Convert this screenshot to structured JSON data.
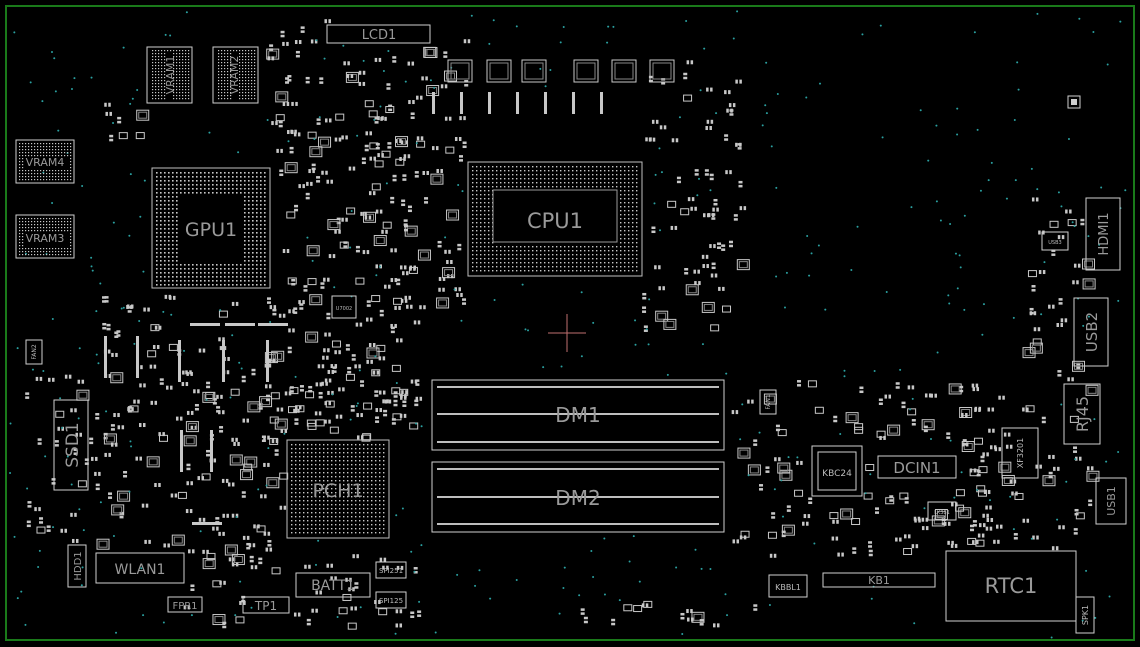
{
  "board": {
    "border_color": "#1a7a1a",
    "outline_color": "#d0d0d0",
    "pad_color": "#c8c8c8",
    "via_color": "#2aa0a0",
    "crosshair_color": "#c07070"
  },
  "labels": {
    "lcd1": "LCD1",
    "vram1": "VRAM1",
    "vram2": "VRAM2",
    "vram3": "VRAM3",
    "vram4": "VRAM4",
    "gpu1": "GPU1",
    "cpu1": "CPU1",
    "pch1": "PCH1",
    "dm1": "DM1",
    "dm2": "DM2",
    "ssd1": "SSD1",
    "hdd1": "HDD1",
    "wlan1": "WLAN1",
    "fpr1": "FPR1",
    "tp1": "TP1",
    "batt1": "BATT1",
    "spi251": "SPI251",
    "spi125": "SPI125",
    "fan2": "FAN2",
    "fan1": "FAN1",
    "kbc24": "KBC24",
    "dcin1": "DCIN1",
    "kbbl1": "KBBL1",
    "kb1": "KB1",
    "rtc1": "RTC1",
    "spk1": "SPK1",
    "usb1": "USB1",
    "usb2": "USB2",
    "rj45": "RJ45",
    "hdmi1": "HDMI1",
    "xf3201": "XF3201",
    "usb3": "USB3",
    "lk": "LK381",
    "u7": "U7002"
  }
}
